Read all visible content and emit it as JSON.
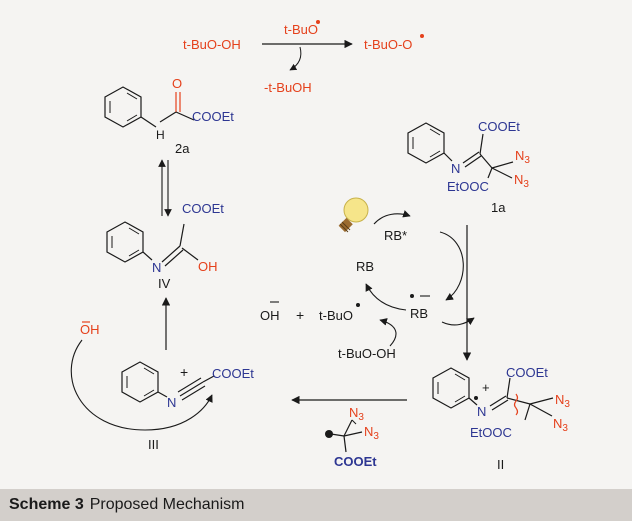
{
  "caption": {
    "label": "Scheme 3",
    "text": "Proposed Mechanism"
  },
  "colors": {
    "red": "#e5411c",
    "blue": "#2d3692",
    "black": "#1a1a1a",
    "panel": "#f5f4f2",
    "caption_bar": "#d3cfcb",
    "bulb": "#f6e58a"
  },
  "top": {
    "reactant": "t-BuO-OH",
    "reagent": "t-BuO",
    "product": "t-BuO-O",
    "byproduct": "-t-BuOH"
  },
  "compounds": {
    "c2a": {
      "id": "2a",
      "o": "O",
      "h": "H",
      "ester": "COOEt"
    },
    "c1a": {
      "id": "1a",
      "ester_top": "COOEt",
      "ester_bottom": "EtOOC",
      "n": "N",
      "n3a": "N",
      "n3a_sub": "3",
      "n3b": "N",
      "n3b_sub": "3"
    },
    "cIV": {
      "id": "IV",
      "ester": "COOEt",
      "n": "N",
      "oh": "OH"
    },
    "cIII": {
      "id": "III",
      "n": "N",
      "ester": "COOEt"
    },
    "cII": {
      "id": "II",
      "n": "N",
      "ester_top": "COOEt",
      "ester_bottom": "EtOOC",
      "n3a": "N",
      "n3a_sub": "3",
      "n3b": "N",
      "n3b_sub": "3"
    }
  },
  "cycle": {
    "rb_star": "RB*",
    "rb": "RB",
    "rb_radical_anion": "RB",
    "tbuo_radical": "t-BuO",
    "tbuooh": "t-BuO-OH",
    "oh_minus": "OH",
    "plus": "+"
  },
  "hydroxide": "OH",
  "fragment": {
    "n3a": "N",
    "n3a_sub": "3",
    "n3b": "N",
    "n3b_sub": "3",
    "ester": "COOEt"
  }
}
